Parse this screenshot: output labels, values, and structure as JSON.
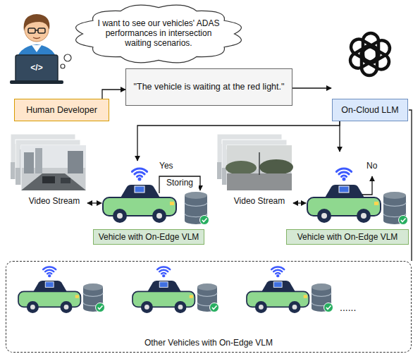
{
  "diagram": {
    "nodes": [
      {
        "text": [
          "I want to see our vehicles' ADAS performances in intersection waiting scenarios."
        ]
      },
      {
        "text": [
          "Human Developer"
        ]
      },
      {
        "text": [
          "\"The vehicle is waiting at the red light.\""
        ]
      },
      {
        "text": [
          "On-Cloud LLM"
        ]
      },
      {
        "text": [
          "Vehicle with On-Edge VLM"
        ]
      },
      {
        "text": [
          "Vehicle with On-Edge VLM"
        ]
      },
      {
        "text": [
          "Other Vehicles with On-Edge VLM"
        ]
      }
    ],
    "edges": [
      {
        "from": 1,
        "to": 2,
        "arrow": "to"
      },
      {
        "from": 2,
        "to": 3,
        "arrow": "to"
      },
      {
        "from": 3,
        "to": 4,
        "arrow": "to"
      },
      {
        "from": 3,
        "to": 5,
        "arrow": "to"
      },
      {
        "from": 3,
        "to": 6,
        "arrow": "none"
      }
    ],
    "labels": [
      "</>",
      "Yes",
      "Storing",
      "Video Stream",
      "No",
      "Video Stream",
      "......"
    ]
  }
}
